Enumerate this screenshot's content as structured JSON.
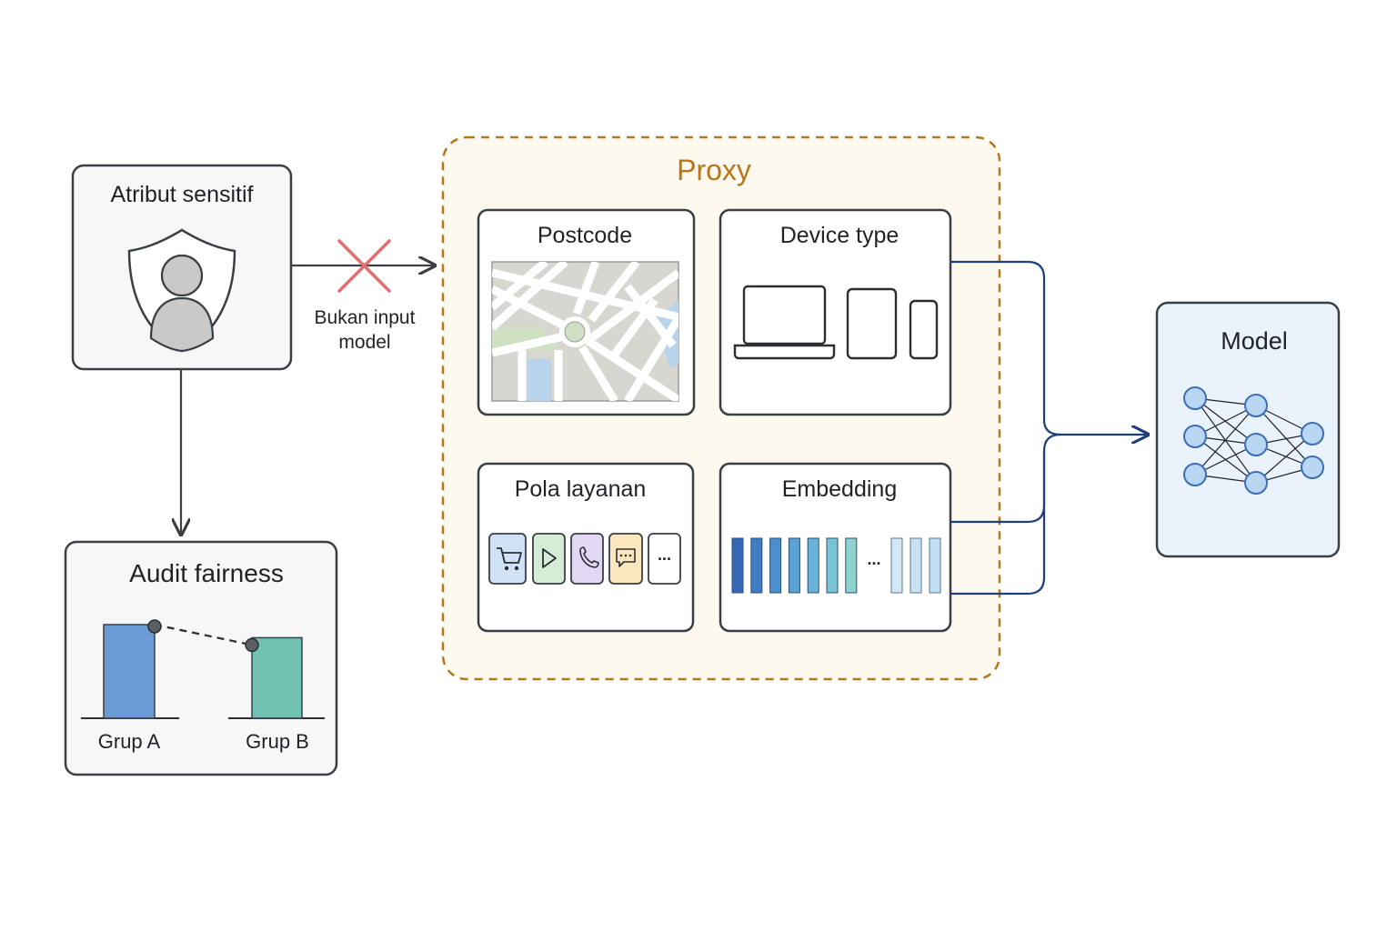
{
  "sensitive": {
    "title": "Atribut sensitif"
  },
  "blocked_edge": {
    "label_line1": "Bukan input",
    "label_line2": "model"
  },
  "audit": {
    "title": "Audit fairness",
    "group_a": "Grup A",
    "group_b": "Grup B",
    "value_a": 1.0,
    "value_b": 0.86
  },
  "proxy": {
    "title": "Proxy",
    "postcode": {
      "title": "Postcode"
    },
    "device_type": {
      "title": "Device type"
    },
    "service_pattern": {
      "title": "Pola layanan",
      "more": "..."
    },
    "embedding": {
      "title": "Embedding",
      "ellipsis": "..."
    }
  },
  "model": {
    "title": "Model"
  },
  "colors": {
    "border": "#3a3f45",
    "proxy_accent": "#b8761a",
    "proxy_fill": "#fdf9ef",
    "flow": "#1f3f7a",
    "blocked": "#e07070",
    "model_fill": "#eaf2fb",
    "node_fill": "#b9d6f2",
    "node_stroke": "#3b6fb6",
    "bar_a": "#6b9bd4",
    "bar_b": "#72c2b4"
  }
}
